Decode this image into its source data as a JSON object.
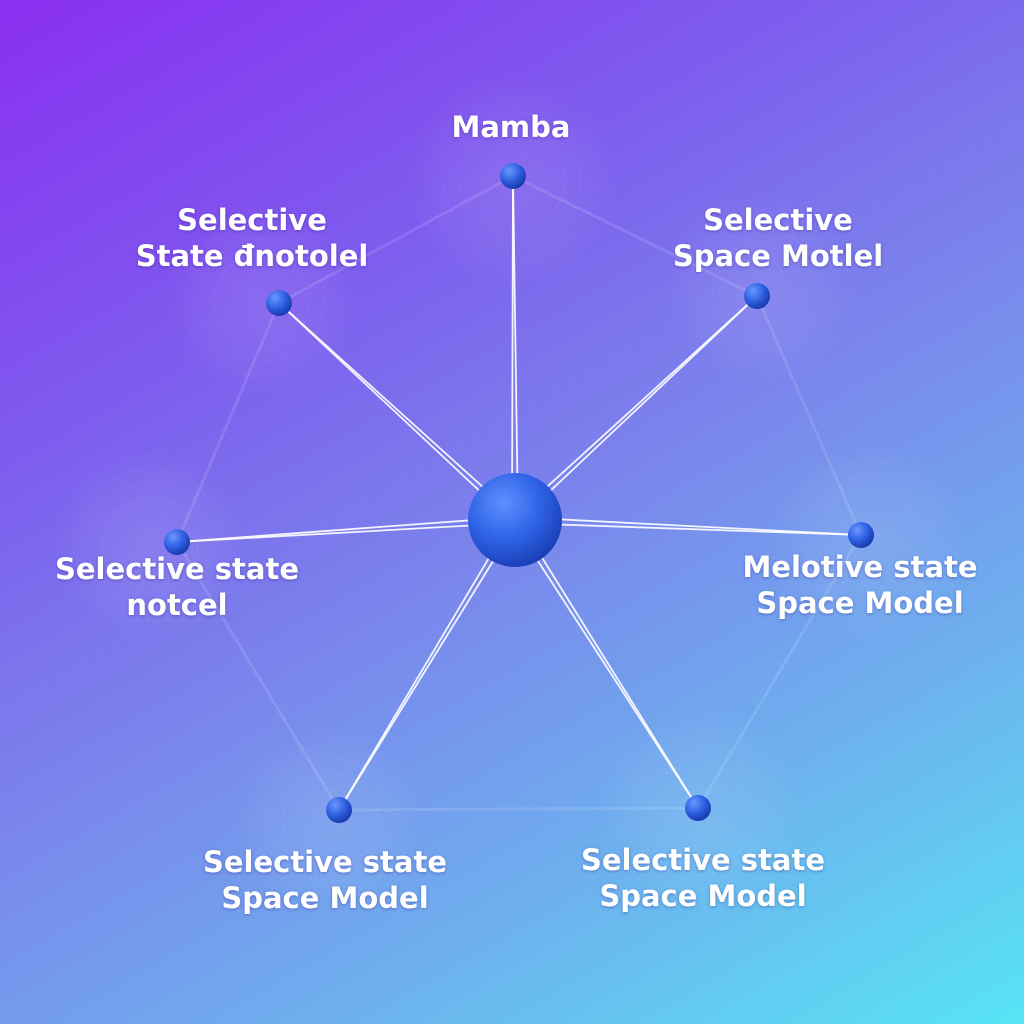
{
  "diagram": {
    "center_color": "#2f63e6",
    "line_color": "#ffffff",
    "nodes": [
      {
        "id": "top",
        "lines": [
          "Mamba"
        ]
      },
      {
        "id": "top-left",
        "lines": [
          "Selective",
          "State đnotolel"
        ]
      },
      {
        "id": "top-right",
        "lines": [
          "Selective",
          "Space Motlel"
        ]
      },
      {
        "id": "left",
        "lines": [
          "Selective state",
          "notcel"
        ]
      },
      {
        "id": "right",
        "lines": [
          "Melotive state",
          "Space Model"
        ]
      },
      {
        "id": "bottom-left",
        "lines": [
          "Selective state",
          "Space Model"
        ]
      },
      {
        "id": "bottom-right",
        "lines": [
          "Selective state",
          "Space Model"
        ]
      }
    ]
  }
}
